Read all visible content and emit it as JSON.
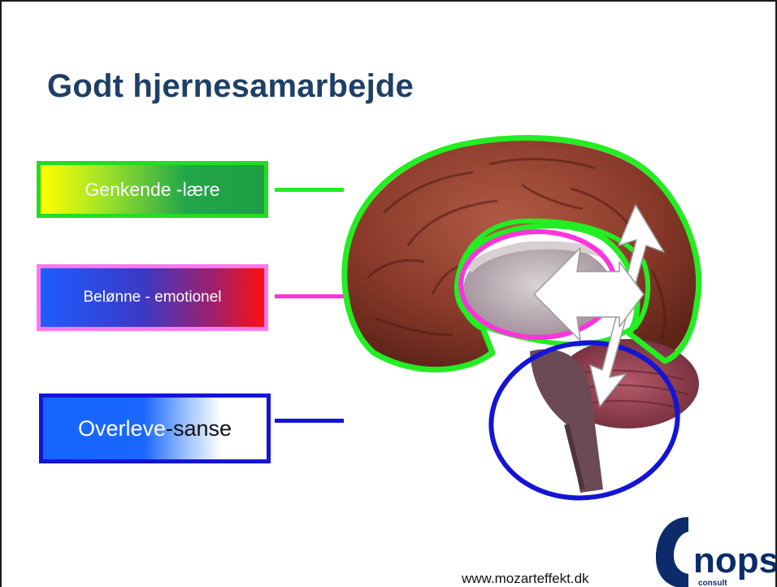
{
  "title": "Godt hjernesamarbejde",
  "labels": {
    "genkende": "Genkende -lære",
    "beloenne": "Belønne - emotionel",
    "overleve_part1": "Overleve",
    "overleve_part2": "-sanse"
  },
  "footer": {
    "url": "www.mozarteffekt.dk"
  },
  "logo": {
    "word": "nops",
    "sub": "consult"
  },
  "colors": {
    "title": "#1f3f66",
    "green": "#22ee22",
    "magenta": "#ff33dd",
    "blue": "#1414d6",
    "logo": "#0b2b6b"
  }
}
